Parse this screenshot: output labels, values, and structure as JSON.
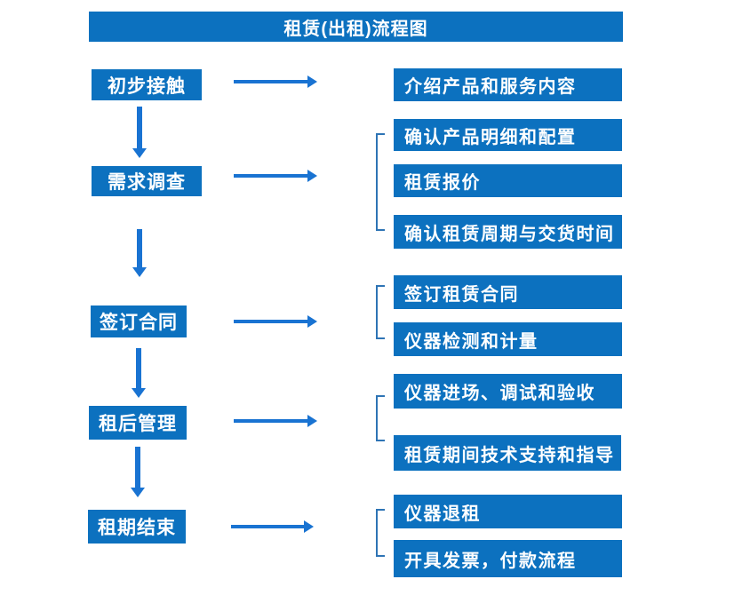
{
  "title": "租赁(出租)流程图",
  "colors": {
    "box_fill": "#0C71BF",
    "arrow": "#1973D2",
    "bracket": "#2E74B5",
    "text": "#FFFFFF",
    "background": "#FFFFFF"
  },
  "icons": {
    "right_arrow": "css-triangle-right",
    "down_arrow": "css-triangle-down",
    "group_bracket": "css-left-square-bracket"
  },
  "groups": [
    {
      "step": "初步接触",
      "details": [
        "介绍产品和服务内容"
      ]
    },
    {
      "step": "需求调查",
      "details": [
        "确认产品明细和配置",
        "租赁报价",
        "确认租赁周期与交货时间"
      ]
    },
    {
      "step": "签订合同",
      "details": [
        "签订租赁合同",
        "仪器检测和计量"
      ]
    },
    {
      "step": "租后管理",
      "details": [
        "仪器进场、调试和验收",
        "租赁期间技术支持和指导"
      ]
    },
    {
      "step": "租期结束",
      "details": [
        "仪器退租",
        "开具发票，付款流程"
      ]
    }
  ]
}
